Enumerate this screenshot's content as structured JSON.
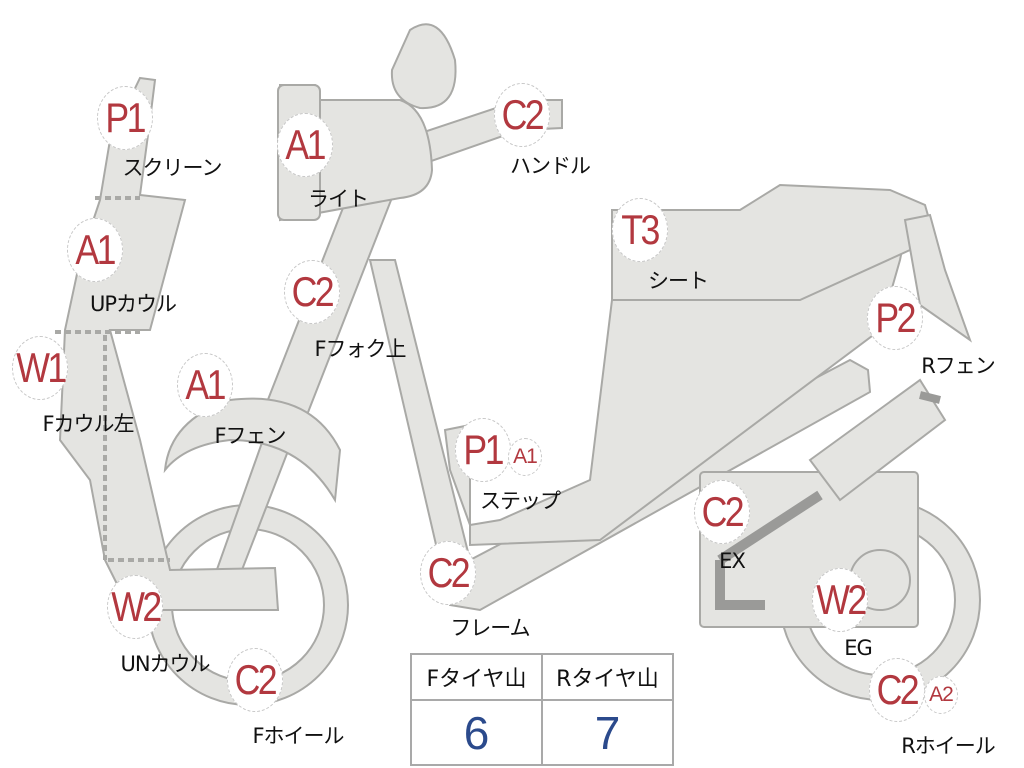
{
  "colors": {
    "badge_text": "#b2383f",
    "part_fill": "#e4e4e1",
    "value_text": "#2b4a8c"
  },
  "parts": [
    {
      "grade": "P1",
      "label": "スクリーン"
    },
    {
      "grade": "A1",
      "label": "ライト"
    },
    {
      "grade": "C2",
      "label": "ハンドル"
    },
    {
      "grade": "A1",
      "label": "UPカウル"
    },
    {
      "grade": "C2",
      "label": "Fフォク上"
    },
    {
      "grade": "T3",
      "label": "シート"
    },
    {
      "grade": "P2",
      "label": "Rフェン"
    },
    {
      "grade": "W1",
      "label": "Fカウル左"
    },
    {
      "grade": "A1",
      "label": "Fフェン"
    },
    {
      "grade": "P1",
      "grade2": "A1",
      "label": "ステップ"
    },
    {
      "grade": "C2",
      "label": "EX"
    },
    {
      "grade": "C2",
      "label": "フレーム"
    },
    {
      "grade": "W2",
      "label": "UNカウル"
    },
    {
      "grade": "W2",
      "label": "EG"
    },
    {
      "grade": "C2",
      "label": "Fホイール"
    },
    {
      "grade": "C2",
      "grade2": "A2",
      "label": "Rホイール"
    }
  ],
  "tire_table": {
    "headers": [
      "Fタイヤ山",
      "Rタイヤ山"
    ],
    "values": [
      "6",
      "7"
    ]
  }
}
